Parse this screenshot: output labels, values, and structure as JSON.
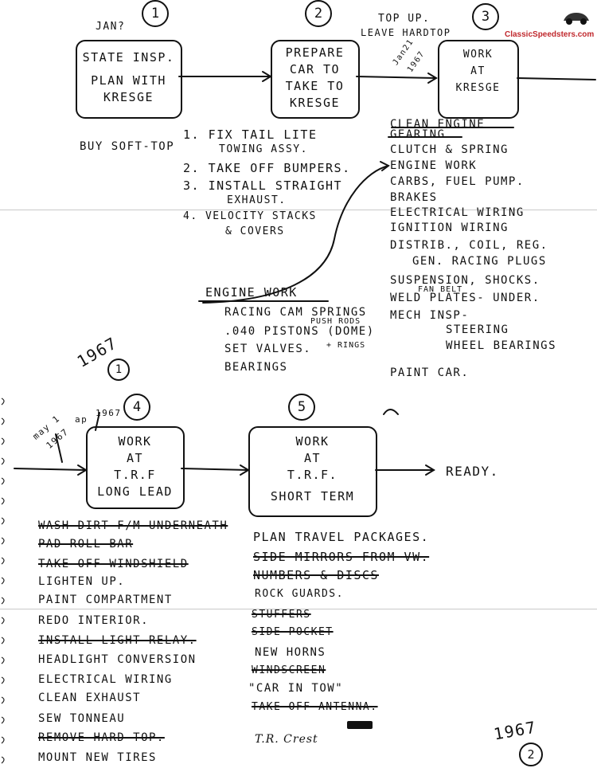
{
  "logo": {
    "text": "ClassicSpeedsters.com"
  },
  "steps": [
    {
      "number": "1",
      "box": [
        "STATE INSP.",
        "PLAN WITH",
        "KRESGE"
      ]
    },
    {
      "number": "2",
      "box": [
        "PREPARE",
        "CAR TO",
        "TAKE TO",
        "KRESGE"
      ]
    },
    {
      "number": "3",
      "box": [
        "WORK",
        "AT",
        "KRESGE"
      ]
    },
    {
      "number": "4",
      "box": [
        "WORK",
        "AT",
        "T.R.F",
        "LONG LEAD"
      ]
    },
    {
      "number": "5",
      "box": [
        "WORK",
        "AT",
        "T.R.F.",
        "SHORT TERM"
      ]
    }
  ],
  "notes": {
    "jan": "JAN?",
    "top_up_1": "TOP UP.",
    "top_up_2": "LEAVE HARDTOP",
    "jan21_1": "Jan21",
    "jan21_2": "1967",
    "may_1": "may 1",
    "may_2": "1967",
    "apr_1": "ap",
    "apr_2": "1967",
    "ready": "READY.",
    "year_page1": "1967",
    "page1_num": "1",
    "year_page2": "1967",
    "page2_num": "2",
    "buy_soft_top": "BUY SOFT-TOP"
  },
  "step2_items": [
    "1. FIX TAIL LITE",
    "TOWING ASSY.",
    "2. TAKE OFF BUMPERS.",
    "3. INSTALL STRAIGHT",
    "EXHAUST.",
    "4. VELOCITY STACKS",
    "& COVERS"
  ],
  "step3_items": [
    "CLEAN ENGINE",
    "GEARING",
    "CLUTCH & SPRING",
    "ENGINE WORK",
    "CARBS, FUEL PUMP.",
    "BRAKES",
    "ELECTRICAL WIRING",
    "IGNITION WIRING",
    "DISTRIB., COIL, REG.",
    "GEN. RACING PLUGS",
    "SUSPENSION, SHOCKS.",
    "FAN BELT",
    "WELD PLATES- UNDER.",
    "MECH INSP-",
    "STEERING",
    "WHEEL BEARINGS",
    "PAINT CAR."
  ],
  "engine_work": {
    "title": "ENGINE WORK",
    "items": [
      "RACING CAM SPRINGS",
      "PUSH RODS",
      ".040 PISTONS (DOME)",
      "+ RINGS",
      "SET VALVES.",
      "BEARINGS"
    ]
  },
  "step4_items": [
    "WASH DIRT-F/M UNDERNEATH",
    "PAD ROLL BAR",
    "TAKE OFF WINDSHIELD",
    "LIGHTEN UP.",
    "PAINT COMPARTMENT",
    "REDO INTERIOR.",
    "INSTALL LIGHT RELAY.",
    "HEADLIGHT CONVERSION",
    "ELECTRICAL WIRING",
    "CLEAN EXHAUST",
    "SEW TONNEAU",
    "REMOVE HARD TOP.",
    "MOUNT NEW TIRES"
  ],
  "step5_items": [
    "PLAN TRAVEL PACKAGES.",
    "SIDE MIRRORS FROM VW.",
    "NUMBERS & DISCS",
    "ROCK GUARDS.",
    "STUFFERS",
    "SIDE POCKET",
    "NEW HORNS",
    "WINDSCREEN",
    "\"CAR IN TOW\"",
    "TAKE OFF ANTENNA.",
    "T.R. Crest"
  ]
}
